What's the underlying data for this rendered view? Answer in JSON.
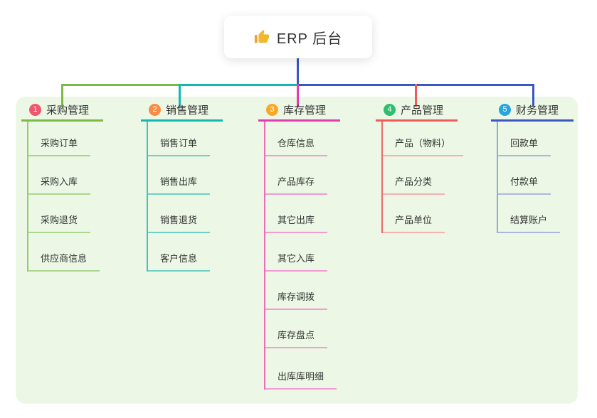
{
  "root": {
    "label": "ERP 后台",
    "icon": "thumbs-up-icon"
  },
  "branches": [
    {
      "num": "1",
      "label": "采购管理",
      "badge_color": "#f0566e",
      "line_color": "#7bbb45",
      "child_line_color": "#a9d78d",
      "children": [
        "采购订单",
        "采购入库",
        "采购退货",
        "供应商信息"
      ]
    },
    {
      "num": "2",
      "label": "销售管理",
      "badge_color": "#fb8b45",
      "line_color": "#14b8af",
      "child_line_color": "#6fd0c8",
      "children": [
        "销售订单",
        "销售出库",
        "销售退货",
        "客户信息"
      ]
    },
    {
      "num": "3",
      "label": "库存管理",
      "badge_color": "#f9a825",
      "line_color": "#e23cb0",
      "child_line_color": "#f29cd4",
      "children": [
        "仓库信息",
        "产品库存",
        "其它出库",
        "其它入库",
        "库存调拨",
        "库存盘点",
        "出库库明细"
      ]
    },
    {
      "num": "4",
      "label": "产品管理",
      "badge_color": "#2fbd70",
      "line_color": "#f25a5a",
      "child_line_color": "#f6b0b0",
      "children": [
        "产品（物料）",
        "产品分类",
        "产品单位"
      ]
    },
    {
      "num": "5",
      "label": "财务管理",
      "badge_color": "#29a4de",
      "line_color": "#3a57c4",
      "child_line_color": "#a9b8e2",
      "children": [
        "回款单",
        "付款单",
        "结算账户"
      ]
    }
  ],
  "colors": {
    "panel_background": "#ecf8e5",
    "root_connector": "#3a57c4",
    "text": "#333333",
    "card_background": "#ffffff"
  }
}
